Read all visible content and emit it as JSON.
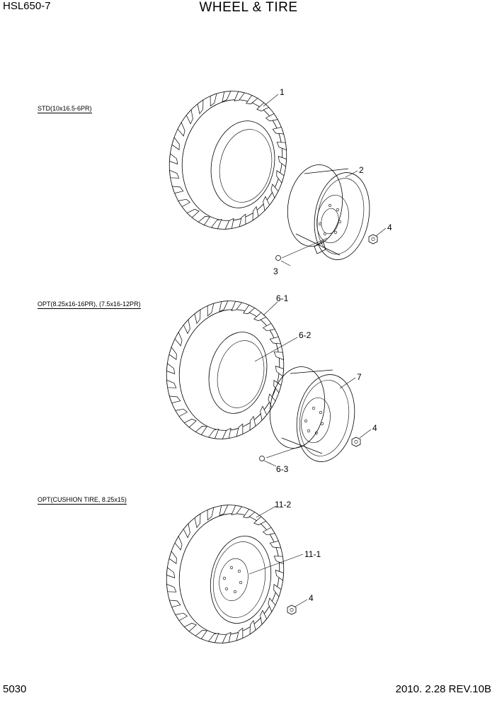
{
  "header": {
    "model": "HSL650-7",
    "title": "WHEEL & TIRE"
  },
  "footer": {
    "page_number": "5030",
    "revision": "2010. 2.28  REV.10B"
  },
  "sections": [
    {
      "label": "STD(10x16.5-6PR)",
      "callouts": [
        "1",
        "2",
        "3",
        "4"
      ]
    },
    {
      "label": "OPT(8.25x16-16PR), (7.5x16-12PR)",
      "callouts": [
        "6-1",
        "6-2",
        "7",
        "4",
        "6-3"
      ]
    },
    {
      "label": "OPT(CUSHION TIRE, 8.25x15)",
      "callouts": [
        "11-2",
        "11-1",
        "4"
      ]
    }
  ]
}
